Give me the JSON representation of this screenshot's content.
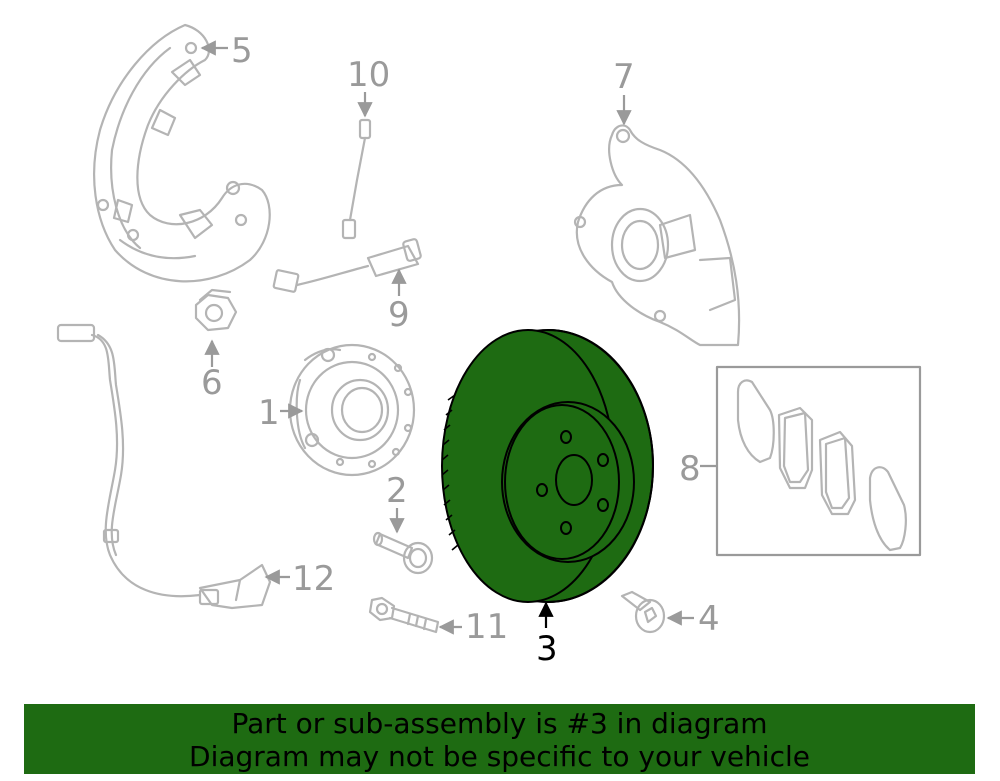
{
  "diagram": {
    "callouts": [
      {
        "id": "1",
        "label": "1"
      },
      {
        "id": "2",
        "label": "2"
      },
      {
        "id": "3",
        "label": "3",
        "highlighted": true
      },
      {
        "id": "4",
        "label": "4"
      },
      {
        "id": "5",
        "label": "5"
      },
      {
        "id": "6",
        "label": "6"
      },
      {
        "id": "7",
        "label": "7"
      },
      {
        "id": "8",
        "label": "8"
      },
      {
        "id": "9",
        "label": "9"
      },
      {
        "id": "10",
        "label": "10"
      },
      {
        "id": "11",
        "label": "11"
      },
      {
        "id": "12",
        "label": "12"
      }
    ],
    "highlight_color": "#1e6b12",
    "line_color": "#b4b4b4"
  },
  "banner": {
    "line1": "Part or sub-assembly is #3 in diagram",
    "line2": "Diagram may not be specific to your vehicle",
    "background": "#1e6b12"
  }
}
